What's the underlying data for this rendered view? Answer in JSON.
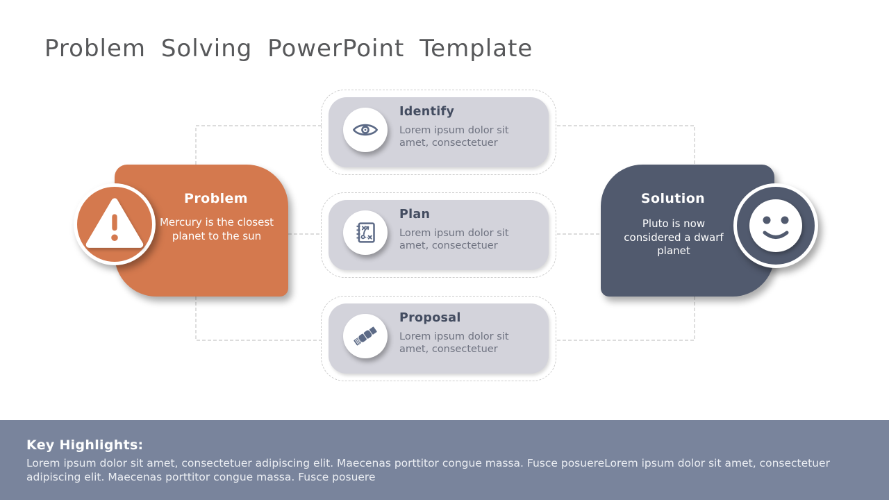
{
  "slide_title": "Problem Solving PowerPoint Template",
  "problem_card": {
    "title": "Problem",
    "body": "Mercury is the closest planet to the sun",
    "icon": "warning-triangle-icon",
    "color": "#D4794E"
  },
  "step_cards": [
    {
      "title": "Identify",
      "body": "Lorem ipsum dolor sit amet, consectetuer",
      "icon": "eye-icon"
    },
    {
      "title": "Plan",
      "body": "Lorem ipsum dolor sit amet, consectetuer",
      "icon": "strategy-map-icon"
    },
    {
      "title": "Proposal",
      "body": "Lorem ipsum dolor sit amet, consectetuer",
      "icon": "handshake-icon"
    }
  ],
  "solution_card": {
    "title": "Solution",
    "body": "Pluto is now considered a dwarf planet",
    "icon": "smiley-face-icon",
    "color": "#515A6E"
  },
  "key_highlights": {
    "heading": "Key Highlights:",
    "body": "Lorem ipsum dolor sit amet, consectetuer adipiscing elit. Maecenas porttitor congue massa. Fusce posuereLorem ipsum dolor sit amet, consectetuer adipiscing elit. Maecenas porttitor congue massa. Fusce posuere"
  },
  "colors": {
    "accent_orange": "#D4794E",
    "accent_slate": "#515A6E",
    "step_card_gray": "#D3D3DB",
    "icon_slate": "#5C6A86",
    "band_blue_gray": "#79849C",
    "dashed_line_gray": "#C8C8C8",
    "title_gray": "#57585A"
  }
}
